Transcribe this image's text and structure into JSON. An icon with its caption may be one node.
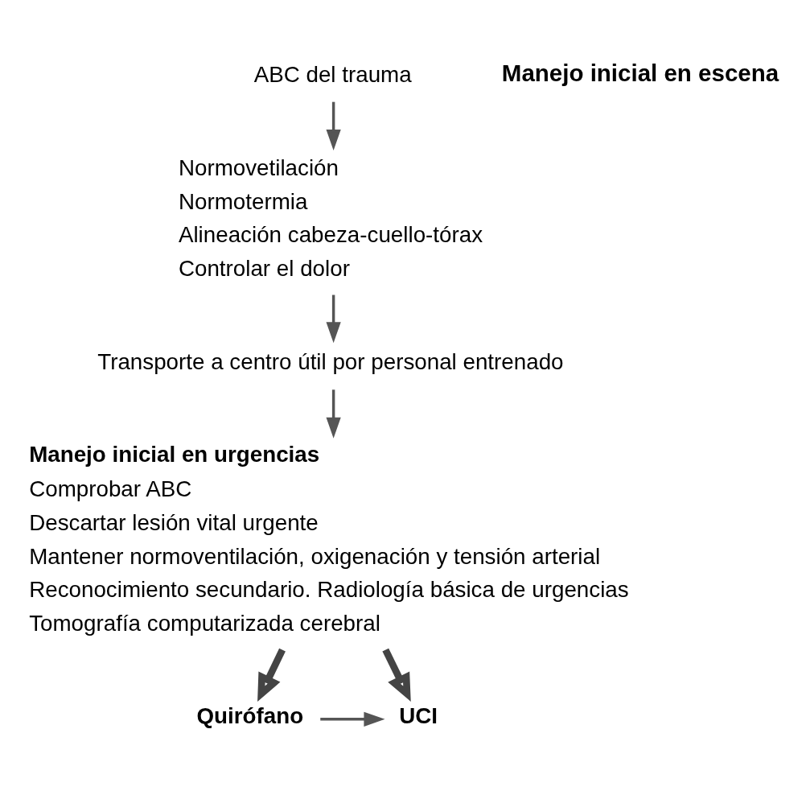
{
  "diagram": {
    "nodes": [
      {
        "text": [
          "ABC del trauma"
        ]
      },
      {
        "text": [
          "Normovetilación",
          "Normotermia",
          "Alineación cabeza-cuello-tórax",
          "Controlar el dolor"
        ]
      },
      {
        "text": [
          "Transporte a centro útil por personal entrenado"
        ]
      },
      {
        "text": [
          "Manejo inicial en urgencias",
          "Comprobar ABC",
          "Descartar lesión vital urgente",
          "Mantener normoventilación, oxigenación y tensión arterial",
          "Reconocimiento secundario. Radiología básica de urgencias",
          "Tomografía computarizada cerebral"
        ]
      },
      {
        "text": [
          "Quirófano"
        ]
      },
      {
        "text": [
          "UCI"
        ]
      }
    ],
    "edges": [
      {
        "from": 0,
        "to": 1,
        "arrow": "to"
      },
      {
        "from": 1,
        "to": 2,
        "arrow": "to"
      },
      {
        "from": 2,
        "to": 3,
        "arrow": "to"
      },
      {
        "from": 3,
        "to": 4,
        "arrow": "to",
        "style": "thick"
      },
      {
        "from": 3,
        "to": 5,
        "arrow": "to",
        "style": "thick"
      },
      {
        "from": 4,
        "to": 5,
        "arrow": "to"
      }
    ],
    "labels": [
      "Manejo inicial en escena"
    ]
  }
}
